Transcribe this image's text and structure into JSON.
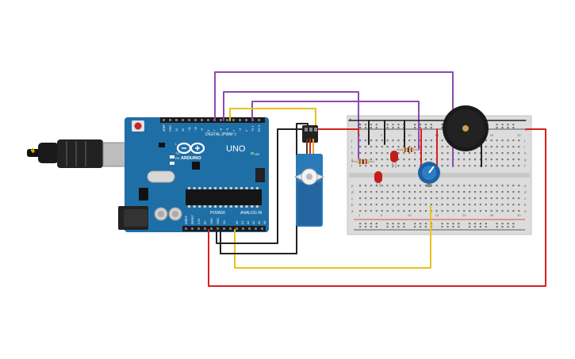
{
  "colors": {
    "background": "#ffffff",
    "arduino_board": "#1f6fa7",
    "arduino_dark": "#175a8a",
    "breadboard": "#dcdcdc",
    "wire_purple": "#8c4bb0",
    "wire_yellow": "#e8c21c",
    "wire_black": "#222222",
    "wire_red": "#d81f1f",
    "servo_body": "#2a7ab8",
    "led": "#c41b1b",
    "buzzer": "#1a1a1a",
    "pot": "#1f63a8"
  },
  "arduino": {
    "brand": "ARDUINO",
    "model": "UNO",
    "on_label": "ON",
    "digital_label": "DIGITAL (PWM~)",
    "power_label": "POWER",
    "analog_label": "ANALOG IN",
    "tx_label": "TX",
    "rx_label": "RX",
    "l_label": "L",
    "icsp_label": "ICSP",
    "digital_pins": [
      "AREF",
      "GND",
      "13",
      "12",
      "~11",
      "~10",
      "~9",
      "8",
      "7",
      "~6",
      "~5",
      "4",
      "~3",
      "2",
      "TX 1",
      "RX 0"
    ],
    "power_pins": [
      "IOREF",
      "RESET",
      "3.3V",
      "5V",
      "GND",
      "GND",
      "Vin"
    ],
    "analog_pins": [
      "A0",
      "A1",
      "A2",
      "A3",
      "A4",
      "A5"
    ]
  },
  "components": {
    "servo": "servo-motor",
    "led": "red-led",
    "resistors": 2,
    "potentiometer": "potentiometer",
    "buzzer": "piezo-buzzer"
  },
  "breadboard": {
    "row_letters_top": [
      "j",
      "i",
      "h",
      "g",
      "f"
    ],
    "row_letters_bottom": [
      "e",
      "d",
      "c",
      "b",
      "a"
    ],
    "column_numbers": [
      "1",
      "5",
      "10",
      "15",
      "20",
      "25",
      "30"
    ],
    "rail_plus": "+",
    "rail_minus": "-"
  }
}
